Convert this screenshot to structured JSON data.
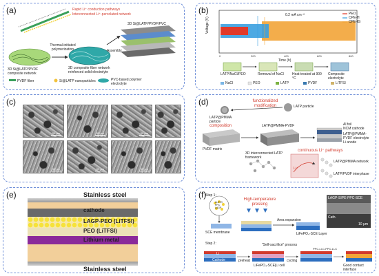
{
  "panels": {
    "a": {
      "label": "(a)",
      "notes": {
        "rapid": "Rapid Li⁺ conduction pathways",
        "interconnected": "Interconnected Li⁺-percolated network",
        "composite_label": "3D Si@LATP/PVDF/PVC",
        "thermal": "Thermal-initiated polymerization",
        "network_left": "3D Si@LATP/PVDF composite network",
        "network_mid": "3D composite fiber network reinforced solid electrolyte",
        "legend_fiber": "PVDF fiber",
        "legend_particles": "Si@LATP nanoparticles",
        "legend_pvc": "PVC-based polymer electrolyte",
        "assembly": "Assembly"
      }
    },
    "b": {
      "label": "(b)",
      "current_density": "0.2 mA cm⁻²",
      "axis_x": "Time (h)",
      "axis_y": "Voltage (V)",
      "legend": [
        "PEO",
        "CPE-H",
        "CPE-IG"
      ],
      "steps": [
        "LATP/NaCl/PEO",
        "Removal of NaCl",
        "Heat treated at 900 °C",
        "Composite electrolyte"
      ],
      "materials": [
        "NaCl",
        "PEO",
        "LATP",
        "PVDF",
        "LiTFSI"
      ],
      "colors": {
        "peo": "#e03a2a",
        "cpe_h": "#3aa0e0",
        "cpe_ig": "#f2a437"
      }
    },
    "c": {
      "label": "(c)",
      "scale": "50 μm"
    },
    "d": {
      "label": "(d)",
      "functionalized": "functionalized modification",
      "latp_particle": "LATP particle",
      "latp_pmma_particle": "LATP@PMMA particle",
      "composition": "composition",
      "latp_pmma_pvdf": "LATP@PMMA-PVDF",
      "pvdf_matrix": "PVDF matrix",
      "framework": "3D interconnected LATP framework",
      "continuous": "continuous Li⁺ pathways",
      "layers": [
        "Al foil",
        "NCM cathode",
        "LATP@PMMA-PVDF electrolyte",
        "Li anode"
      ],
      "network": "LATP@PMMA network",
      "interphase": "LATP/PVDF interphase",
      "li_ion": "Li⁺"
    },
    "e": {
      "label": "(e)",
      "top": "Stainless steel",
      "cathode": "cathode",
      "lagp": "LAGP-PEO (LiTFSI)",
      "peo": "PEO (LiTFSI)",
      "lithium": "Lithium metal",
      "bottom": "Stainless steel"
    },
    "f": {
      "label": "(f)",
      "step1": "Step 1:",
      "step2": "Step 2:",
      "high_temp": "High-temperature pressing",
      "sce_membrane": "SCE membrane",
      "layer1": "LiFePO₄-SCE Layer",
      "sacrifice": "\"Self-sacrifice\" process",
      "cell": "LiFePO₄-SCE|Li cell",
      "good": "Good contact interface",
      "area": "Area expansion",
      "cycling": "cycling",
      "preheat": "preheat",
      "ppc": "PPC-Li-C-PPC-Li-C",
      "ppc_particle_lines": [
        "LLZTO",
        "PPC",
        "LAGP"
      ],
      "sem_label": "LAGP-SIPE-PPC-SCE",
      "cathode": "Cathode",
      "li": "Li",
      "sem_scale": "10 μm",
      "sem_sublabel": "Cath."
    }
  }
}
